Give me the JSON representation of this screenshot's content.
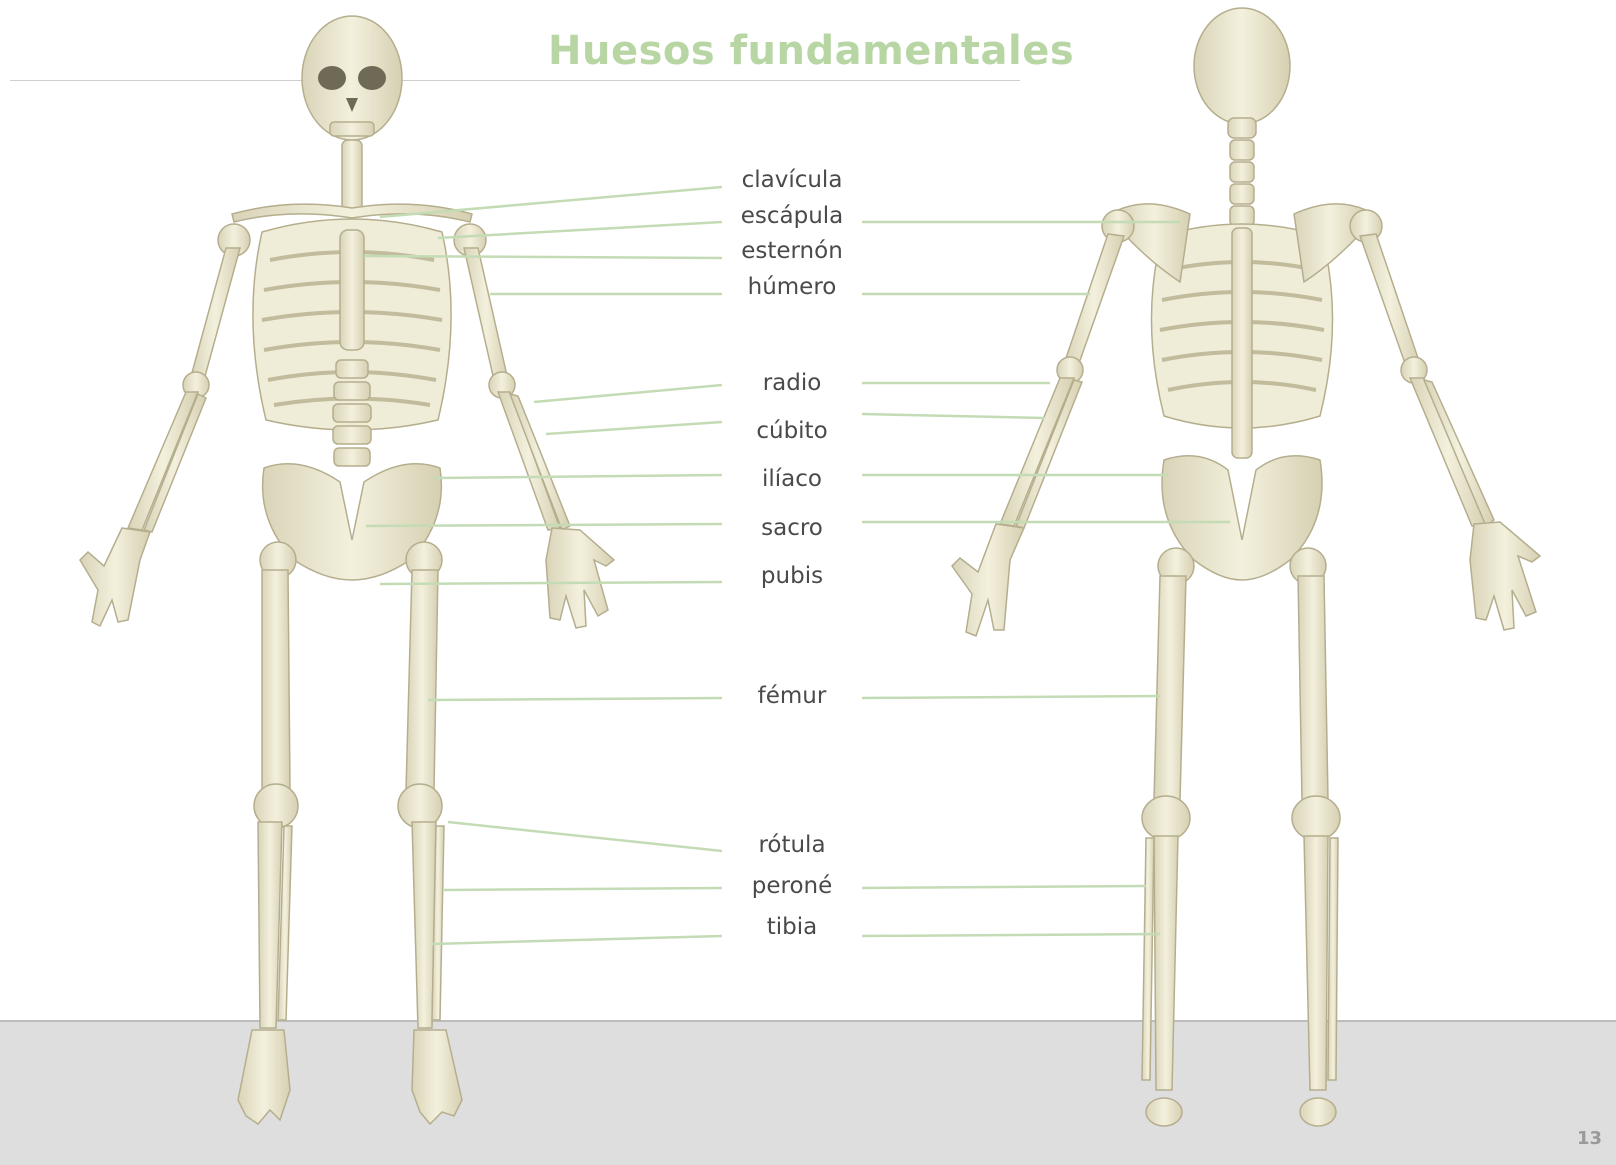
{
  "title": "Huesos fundamentales",
  "labels": {
    "clavicula": "clavícula",
    "escapula": "escápula",
    "esternon": "esternón",
    "humero": "húmero",
    "radio": "radio",
    "cubito": "cúbito",
    "iliaco": "ilíaco",
    "sacro": "sacro",
    "pubis": "pubis",
    "femur": "fémur",
    "rotula": "rótula",
    "perone": "peroné",
    "tibia": "tibia"
  },
  "page_number": "13",
  "colors": {
    "title": "#b7d6a4",
    "leader_lines": "#bfd9b0",
    "bone": "#ece8d2",
    "bone_outline": "#b9b394",
    "floor": "#dedede"
  },
  "figures": [
    "front-view-skeleton",
    "back-view-skeleton"
  ]
}
